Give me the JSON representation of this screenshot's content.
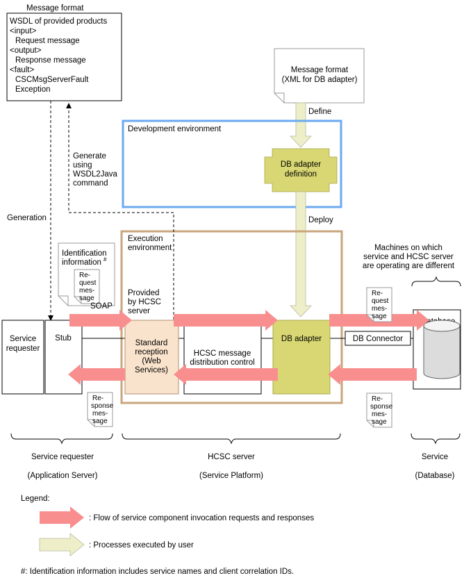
{
  "wsdl_box": {
    "caption": "Message format",
    "lines": [
      "WSDL of provided products",
      "<input>",
      "Request message",
      "<output>",
      "Response message",
      "<fault>",
      "CSCMsgServerFault",
      "Exception"
    ]
  },
  "xml_doc": {
    "lines": [
      "Message format",
      "(XML for DB adapter)"
    ]
  },
  "labels": {
    "define": "Define",
    "deploy": "Deploy",
    "generation": "Generation",
    "generate": [
      "Generate",
      "using",
      "WSDL2Java",
      "command"
    ],
    "soap": "SOAP",
    "provided_by": [
      "Provided",
      "by HCSC",
      "server"
    ],
    "machines": [
      "Machines on which",
      "service and HCSC server",
      "are operating are different"
    ]
  },
  "dev_env": {
    "label": "Development environment"
  },
  "exec_env": {
    "label": [
      "Execution",
      "environment"
    ]
  },
  "db_adapter_definition": {
    "lines": [
      "DB adapter",
      "definition"
    ]
  },
  "db_adapter": {
    "label": "DB adapter"
  },
  "standard_reception": {
    "lines": [
      "Standard",
      "reception",
      "(Web",
      "Services)"
    ]
  },
  "hcsc_distribution": {
    "lines": [
      "HCSC message",
      "distribution control"
    ]
  },
  "service_requester_box": {
    "lines": [
      "Service",
      "requester"
    ]
  },
  "stub": {
    "label": "Stub"
  },
  "db_connector": {
    "label": "DB Connector"
  },
  "database": {
    "label": "Database"
  },
  "identification_doc": {
    "lines": [
      "Identification",
      "information",
      "#"
    ]
  },
  "docs": {
    "req_left": [
      "Re-",
      "quest",
      "mes-",
      "sage"
    ],
    "res_left": [
      "Re-",
      "sponse",
      "mes-",
      "sage"
    ],
    "req_right": [
      "Re-",
      "quest",
      "mes-",
      "sage"
    ],
    "res_right": [
      "Re-",
      "sponse",
      "mes-",
      "sage"
    ]
  },
  "groups": [
    {
      "name": "Service requester",
      "sub": "(Application Server)"
    },
    {
      "name": "HCSC server",
      "sub": "(Service Platform)"
    },
    {
      "name": "Service",
      "sub": "(Database)"
    }
  ],
  "legend": {
    "title": "Legend:",
    "pink_text": ": Flow of service component invocation requests and responses",
    "yellow_text": ": Processes executed by user"
  },
  "footnote": "#: Identification information includes service names and client correlation IDs.",
  "colors": {
    "pink_arrow": "#f98e8e",
    "yellow_arrow": "#eeefc8",
    "adapter_fill": "#d8d773",
    "dev_border": "#6aaaf0",
    "exec_border": "#c9a57c",
    "reception_fill": "#f9e3cc"
  }
}
